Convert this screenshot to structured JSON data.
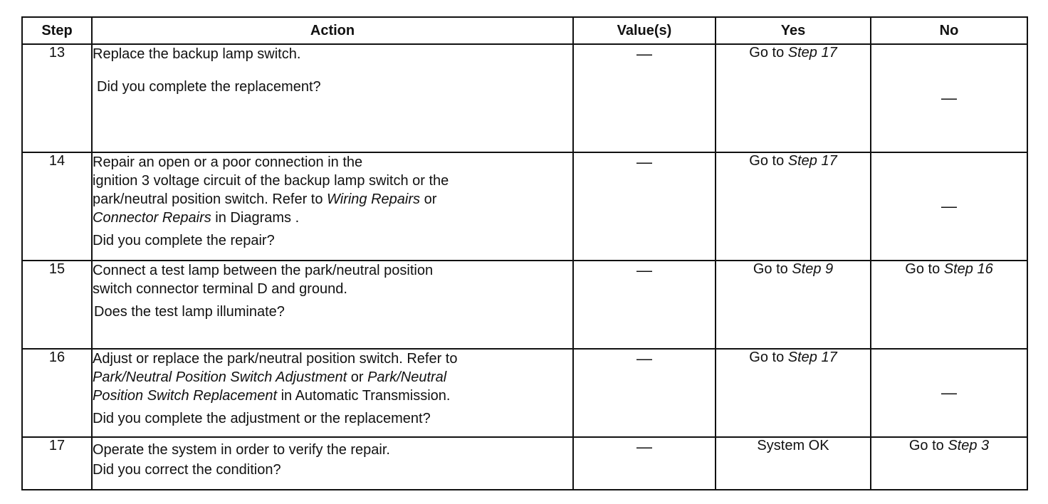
{
  "headers": {
    "step": "Step",
    "action": "Action",
    "values": "Value(s)",
    "yes": "Yes",
    "no": "No"
  },
  "rows": [
    {
      "step": "13",
      "action_instruction": "Replace the backup lamp switch.",
      "action_question": "Did you complete the replacement?",
      "value": "—",
      "yes_prefix": "Go to ",
      "yes_link": "Step 17",
      "no": "—"
    },
    {
      "step": "14",
      "action_line1": "Repair an open or a poor connection in the",
      "action_line2": "ignition 3 voltage circuit of the backup lamp switch or the",
      "action_line3a": "park/neutral position switch. Refer to ",
      "action_link1": "Wiring Repairs",
      "action_or": " or",
      "action_link2": "Connector Repairs",
      "action_in": " in Diagrams .",
      "action_question": "Did you complete the repair?",
      "value": "—",
      "yes_prefix": "Go to ",
      "yes_link": "Step 17",
      "no": "—"
    },
    {
      "step": "15",
      "action_line1": "Connect a test lamp between the park/neutral position",
      "action_line2": "switch connector terminal D and ground.",
      "action_question": "Does the test lamp illuminate?",
      "value": "—",
      "yes_prefix": "Go to ",
      "yes_link": "Step 9",
      "no_prefix": "Go to ",
      "no_link": "Step 16"
    },
    {
      "step": "16",
      "action_line1": "Adjust or replace the park/neutral position switch. Refer to",
      "action_link1": "Park/Neutral Position Switch Adjustment",
      "action_or": " or ",
      "action_link2a": "Park/Neutral",
      "action_link2b": "Position Switch Replacement",
      "action_in": " in Automatic Transmission.",
      "action_question": "Did you complete the adjustment or the replacement?",
      "value": "—",
      "yes_prefix": "Go to ",
      "yes_link": "Step 17",
      "no": "—"
    },
    {
      "step": "17",
      "action_instruction": "Operate the system in order to verify the repair.",
      "action_question": "Did you correct the condition?",
      "value": "—",
      "yes": "System OK",
      "no_prefix": "Go to ",
      "no_link": "Step 3"
    }
  ]
}
